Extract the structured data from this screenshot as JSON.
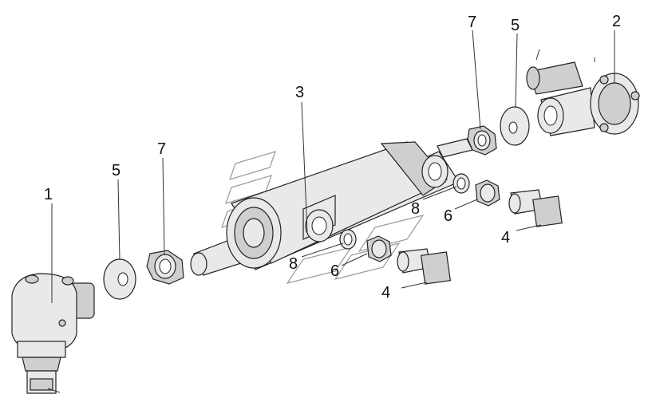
{
  "callouts": [
    {
      "id": "c1",
      "text": "1"
    },
    {
      "id": "c2",
      "text": "2"
    },
    {
      "id": "c3",
      "text": "3"
    },
    {
      "id": "c4a",
      "text": "4"
    },
    {
      "id": "c4b",
      "text": "4"
    },
    {
      "id": "c5a",
      "text": "5"
    },
    {
      "id": "c5b",
      "text": "5"
    },
    {
      "id": "c6a",
      "text": "6"
    },
    {
      "id": "c6b",
      "text": "6"
    },
    {
      "id": "c7a",
      "text": "7"
    },
    {
      "id": "c7b",
      "text": "7"
    },
    {
      "id": "c8a",
      "text": "8"
    },
    {
      "id": "c8b",
      "text": "8"
    }
  ]
}
